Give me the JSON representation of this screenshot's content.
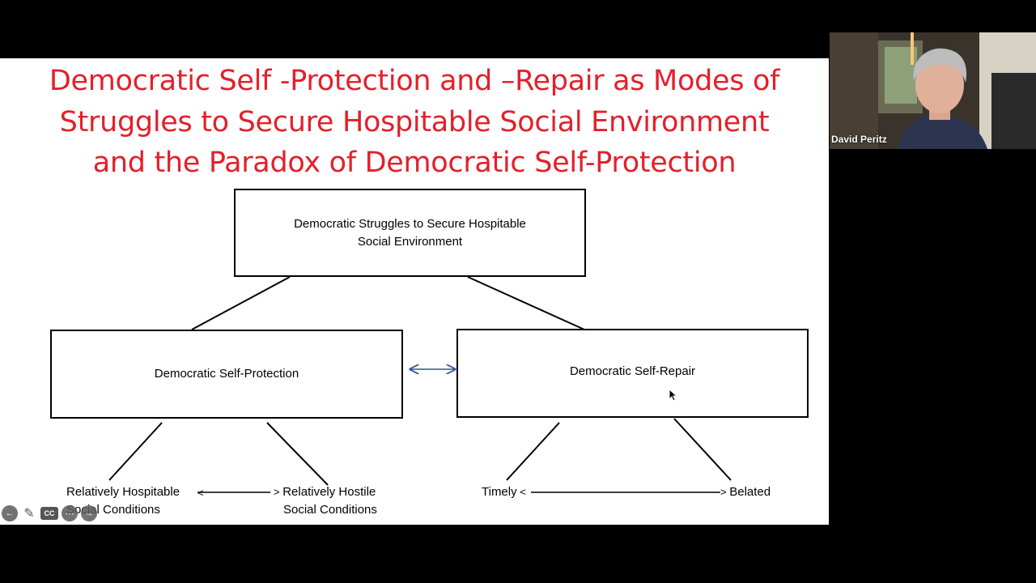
{
  "slide": {
    "title_lines": [
      "Democratic Self -Protection and –Repair as Modes of",
      "Struggles to Secure Hospitable Social Environment",
      "and the Paradox of Democratic Self-Protection"
    ],
    "title_color": "#e3202b",
    "top_box": {
      "line1": "Democratic Struggles to Secure Hospitable",
      "line2": "Social Environment"
    },
    "left_box": "Democratic Self-Protection",
    "right_box": "Democratic Self-Repair",
    "left_spectrum": {
      "left_line1": "Relatively Hospitable",
      "left_line2": "Social Conditions",
      "right_line1": "Relatively Hostile",
      "right_line2": "Social Conditions"
    },
    "right_spectrum": {
      "left": "Timely",
      "right": "Belated"
    },
    "arrow_color": "#2f5597"
  },
  "video": {
    "participant_name": "David Peritz"
  },
  "player_controls": [
    {
      "icon": "back-arrow-icon"
    },
    {
      "icon": "pencil-icon"
    },
    {
      "icon": "closed-captions-icon"
    },
    {
      "icon": "settings-icon"
    },
    {
      "icon": "forward-arrow-icon"
    }
  ]
}
